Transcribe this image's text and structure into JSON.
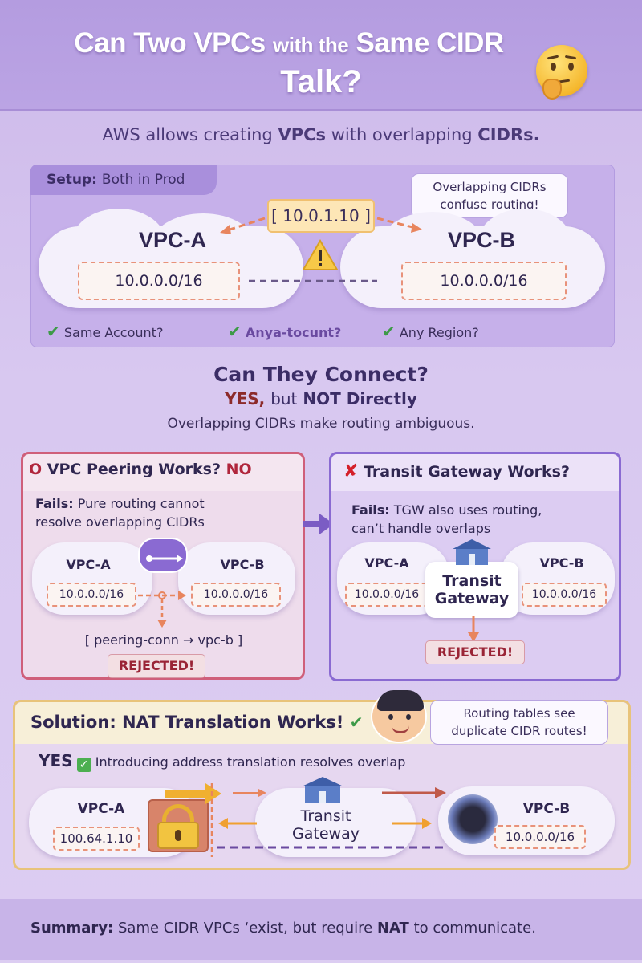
{
  "header": {
    "title_part1": "Can Two VPCs",
    "title_part2": "with the",
    "title_part3": "Same CIDR",
    "title_line2": "Talk?",
    "emoji": "thinking-face-icon"
  },
  "intro": {
    "part1": "AWS allows creating",
    "part2": "VPCs",
    "part3": "with overlapping",
    "part4": "CIDRs."
  },
  "setup": {
    "tag_bold": "Setup:",
    "tag_rest": "Both in Prod",
    "speech": [
      "Overlapping CIDRs",
      "confuse routing!"
    ],
    "ip": "[ 10.0.1.10 ]",
    "vpc_a": {
      "name": "VPC-A",
      "cidr": "10.0.0.0/16"
    },
    "vpc_b": {
      "name": "VPC-B",
      "cidr": "10.0.0.0/16"
    },
    "checks": [
      "Same Account?",
      "Anya-tocunt?",
      "Any Region?"
    ]
  },
  "connect": {
    "title": "Can They Connect?",
    "yes": "YES,",
    "but": "but",
    "not_directly": "NOT Directly",
    "note": "Overlapping CIDRs make routing ambiguous."
  },
  "peering": {
    "head": "VPC Peering Works?",
    "no": "NO",
    "fails_bold": "Fails:",
    "fails_line1": "Pure routing cannot",
    "fails_line2": "resolve overlapping CIDRs",
    "vpc_a": {
      "name": "VPC-A",
      "cidr": "10.0.0.0/16"
    },
    "vpc_b": {
      "name": "VPC-B",
      "cidr": "10.0.0.0/16"
    },
    "route": "[ peering-conn → vpc-b ]",
    "rejected": "REJECTED!"
  },
  "tgw": {
    "head": "Transit Gateway Works?",
    "fails_bold": "Fails:",
    "fails_line1": "TGW also uses routing,",
    "fails_line2": "can’t handle overlaps",
    "vpc_a": {
      "name": "VPC-A",
      "cidr": "10.0.0.0/16"
    },
    "vpc_b": {
      "name": "VPC-B",
      "cidr": "10.0.0.0/16"
    },
    "gateway": [
      "Transit",
      "Gateway"
    ],
    "rejected": "REJECTED!"
  },
  "solution": {
    "head": "Solution: NAT Translation Works!",
    "speech": [
      "Routing tables see",
      "duplicate CIDR routes!"
    ],
    "yes": "YES",
    "yes_text": "Introducing address translation resolves overlap",
    "vpc_a": {
      "name": "VPC-A",
      "cidr": "100.64.1.10"
    },
    "vpc_b": {
      "name": "VPC-B",
      "cidr": "10.0.0.0/16"
    },
    "gateway": [
      "Transit",
      "Gateway"
    ]
  },
  "summary": {
    "label": "Summary:",
    "text1": "Same CIDR VPCs ‘exist, but require",
    "nat": "NAT",
    "text2": "to communicate."
  },
  "colors": {
    "header_bg": "#b49ce0",
    "reject_red": "#9a2436",
    "check_green": "#3d9a48",
    "dash_orange": "#e8927a"
  }
}
